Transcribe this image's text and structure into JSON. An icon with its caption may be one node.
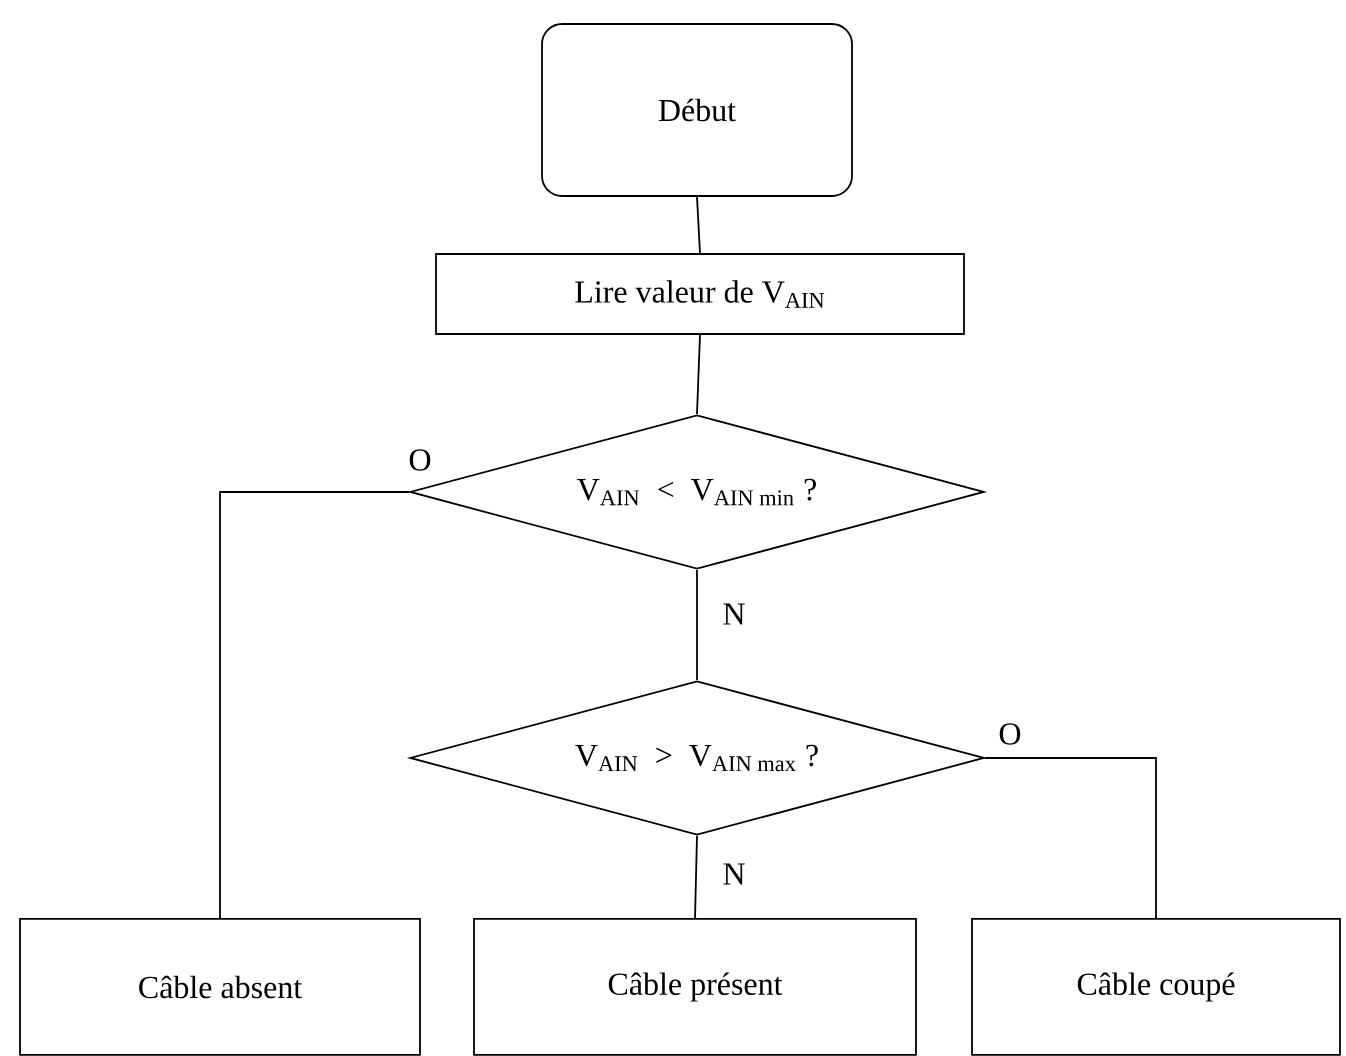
{
  "diagram": {
    "nodes": [
      {
        "text": [
          "Début"
        ]
      },
      {
        "text": [
          "Lire valeur de V$_{AIN}$"
        ]
      },
      {
        "text": [
          "\\text{V}_{\\text{AIN}}\\ \\text{ < }\\ \\text{V}_{\\text{AIN min}}\\text{ ?}"
        ]
      },
      {
        "text": [
          "\\text{V}_{\\text{AIN}}\\ \\text{ > }\\ \\text{V}_{\\text{AIN max}}\\text{ ?}"
        ]
      },
      {
        "text": [
          "Câble absent"
        ]
      },
      {
        "text": [
          "Câble présent"
        ]
      },
      {
        "text": [
          "Câble coupé"
        ]
      }
    ],
    "edges": [
      {
        "from": 0,
        "to": 1,
        "arrow": "none"
      },
      {
        "from": 1,
        "to": 2,
        "arrow": "none"
      },
      {
        "from": 2,
        "to": 4,
        "arrow": "none",
        "label": "O"
      },
      {
        "from": 2,
        "to": 3,
        "arrow": "none",
        "label": "N"
      },
      {
        "from": 3,
        "to": 6,
        "arrow": "none",
        "label": "O"
      },
      {
        "from": 3,
        "to": 5,
        "arrow": "none",
        "label": "N"
      }
    ]
  }
}
